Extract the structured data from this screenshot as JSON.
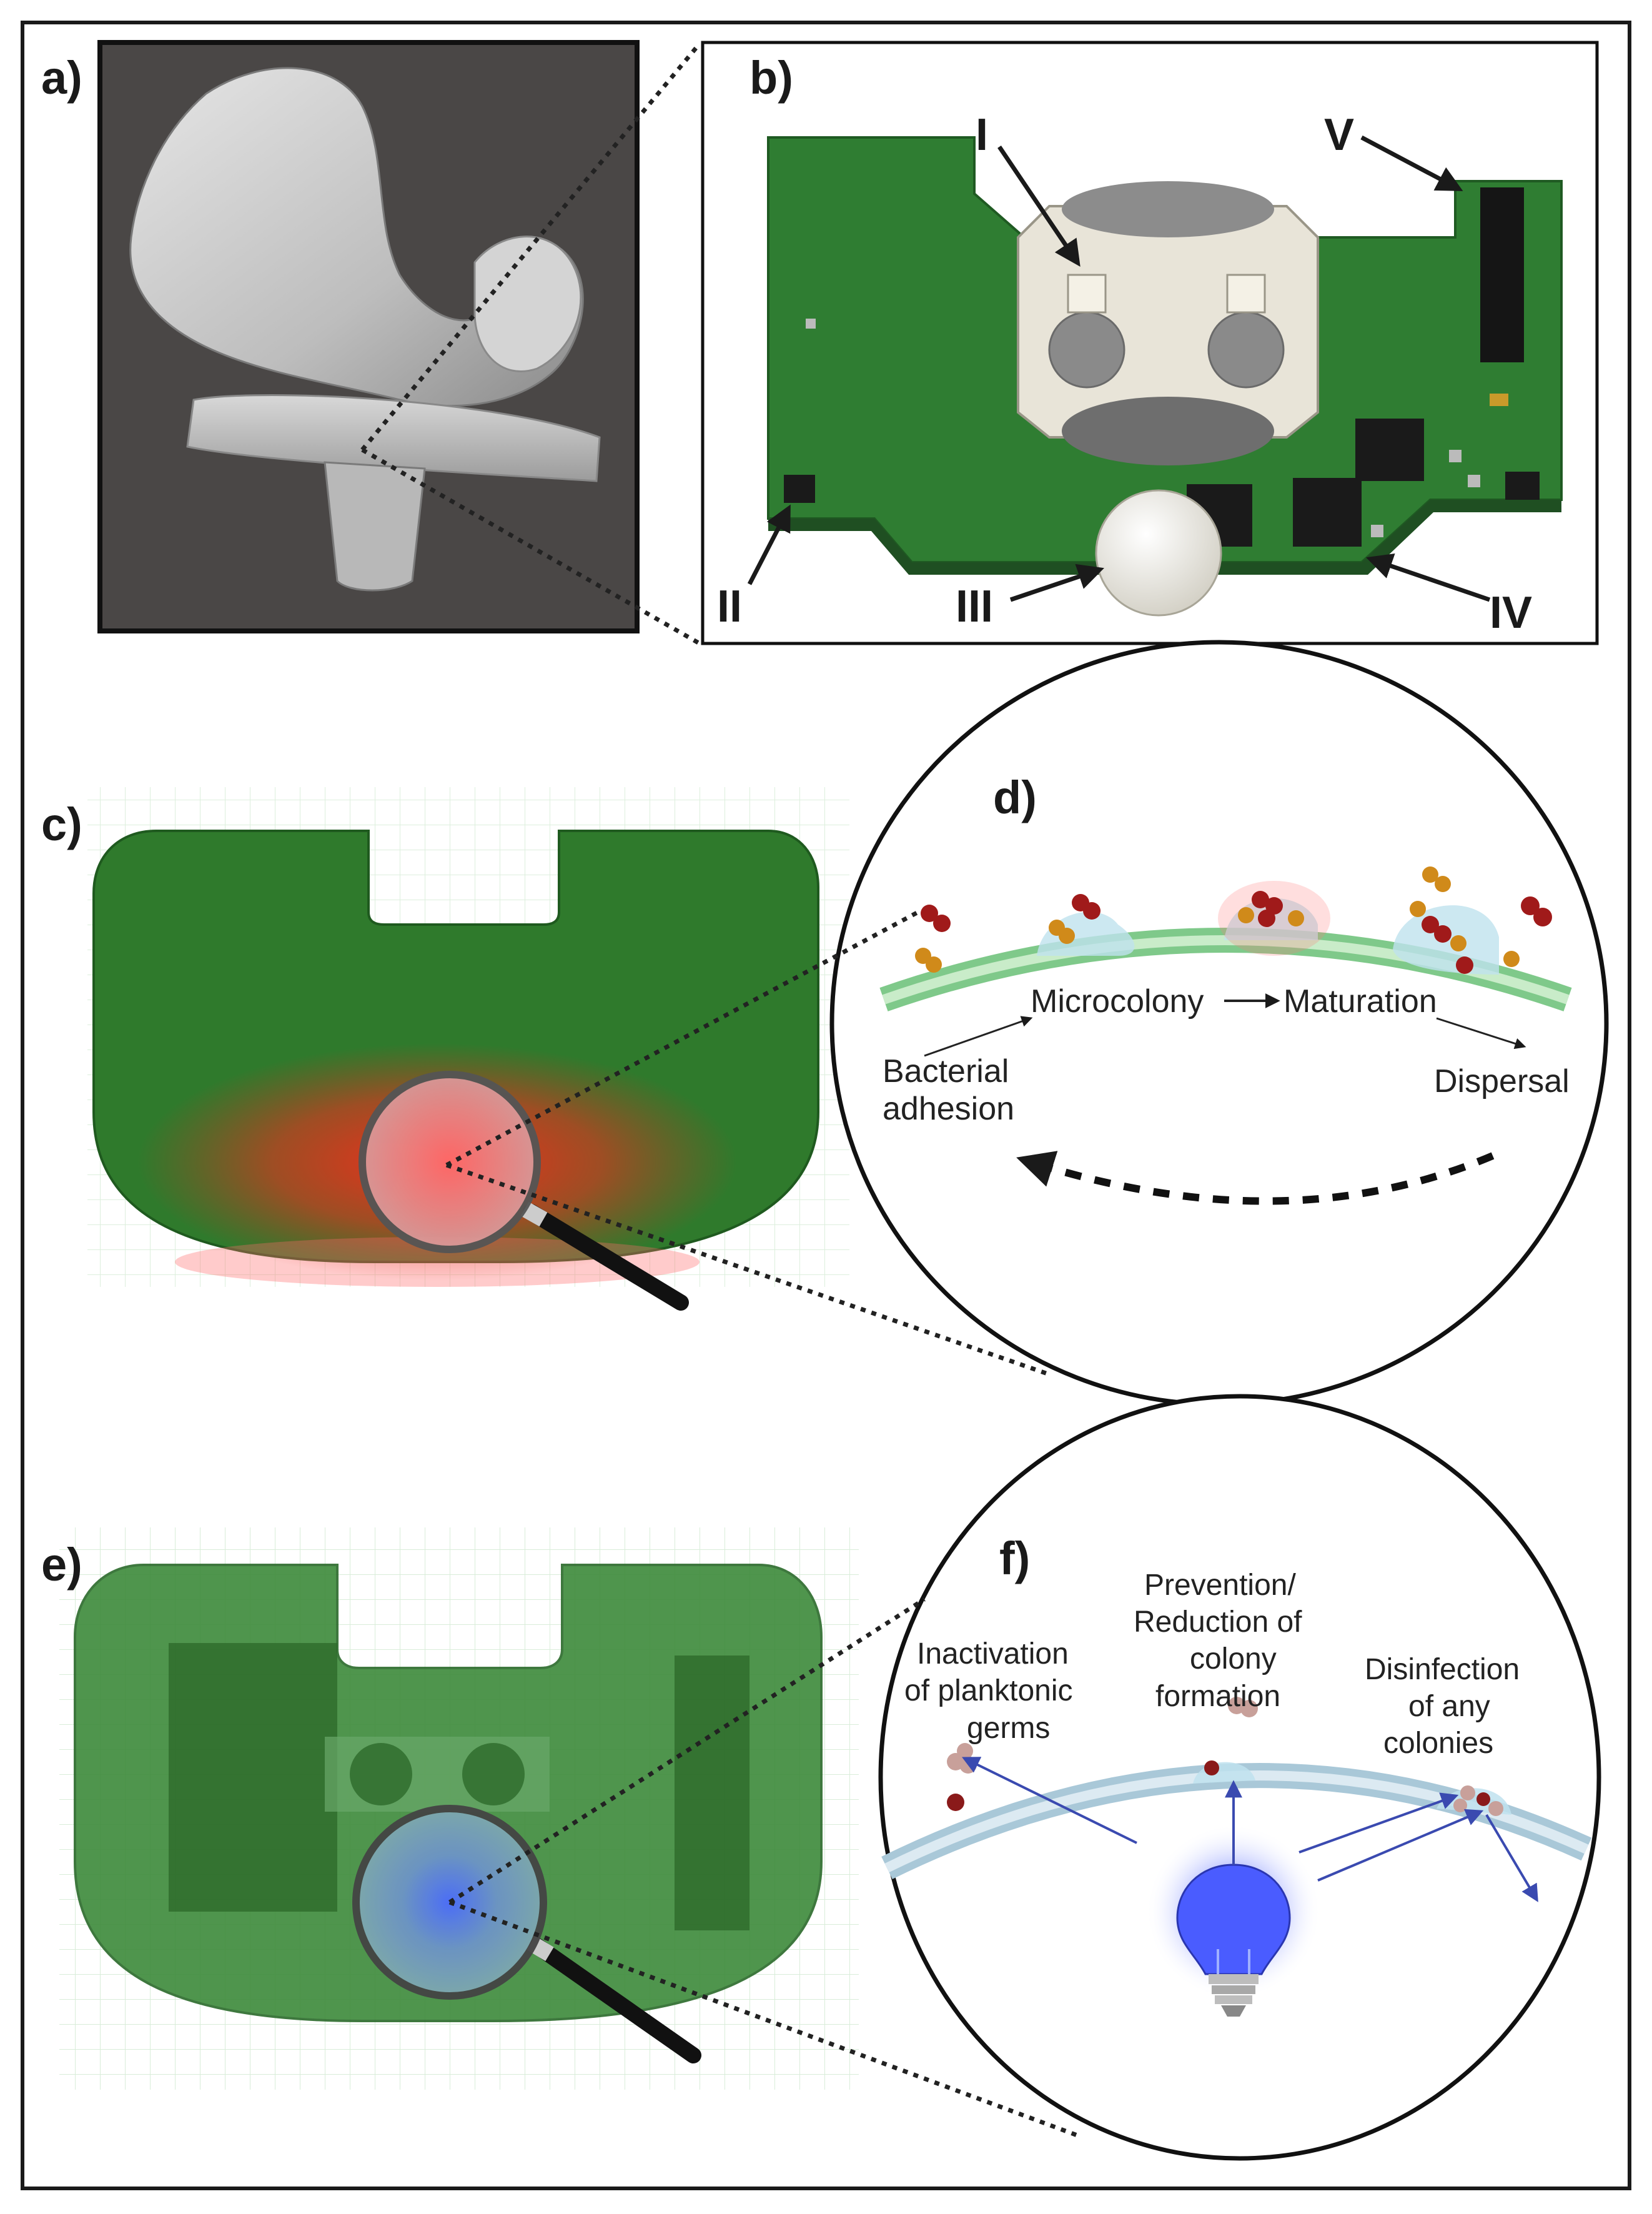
{
  "panels": {
    "a": "a)",
    "b": "b)",
    "c": "c)",
    "d": "d)",
    "e": "e)",
    "f": "f)"
  },
  "pcb_labels": [
    "I",
    "II",
    "III",
    "IV",
    "V"
  ],
  "biofilm": {
    "adhesion_line1": "Bacterial",
    "adhesion_line2": "adhesion",
    "microcolony": "Microcolony",
    "maturation": "Maturation",
    "dispersal": "Dispersal"
  },
  "light": {
    "inactivation": [
      "Inactivation",
      "of planktonic",
      "germs"
    ],
    "prevention": [
      "Prevention/",
      "Reduction of",
      "colony",
      "formation"
    ],
    "disinfection": [
      "Disinfection",
      "of any",
      "colonies"
    ]
  },
  "colors": {
    "implant_green": "#2f7a2c",
    "pcb_green": "#2f7d32",
    "infection_red": "#e02020",
    "light_blue": "#5a6cf0",
    "bone_grey": "#c8c8c8"
  }
}
